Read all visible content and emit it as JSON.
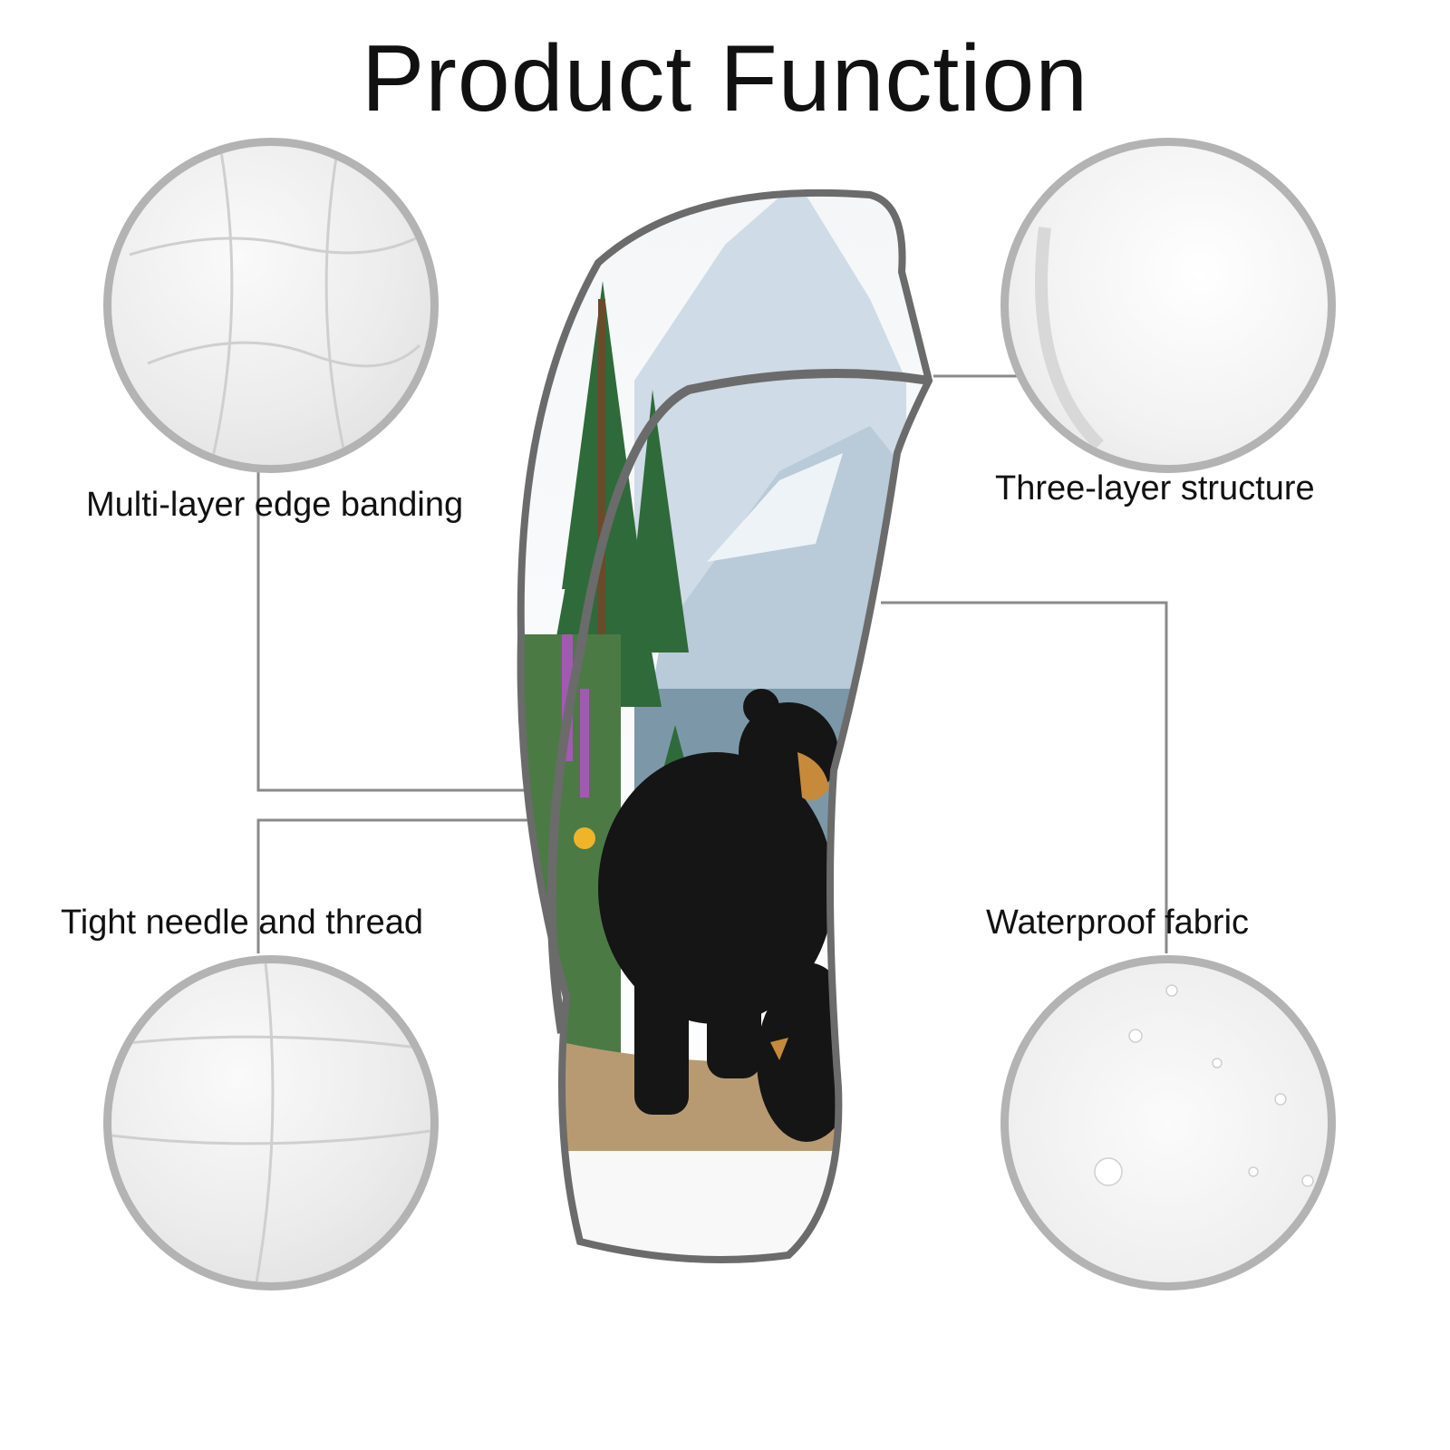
{
  "title": "Product Function",
  "features": [
    {
      "label": "Multi-layer edge banding"
    },
    {
      "label": "Three-layer structure"
    },
    {
      "label": "Tight needle and thread"
    },
    {
      "label": "Waterproof fabric"
    }
  ],
  "colors": {
    "circle_border": "#b3b3b3",
    "leader_line": "#8a8a8a",
    "edge_band": "#6b6b6b"
  }
}
